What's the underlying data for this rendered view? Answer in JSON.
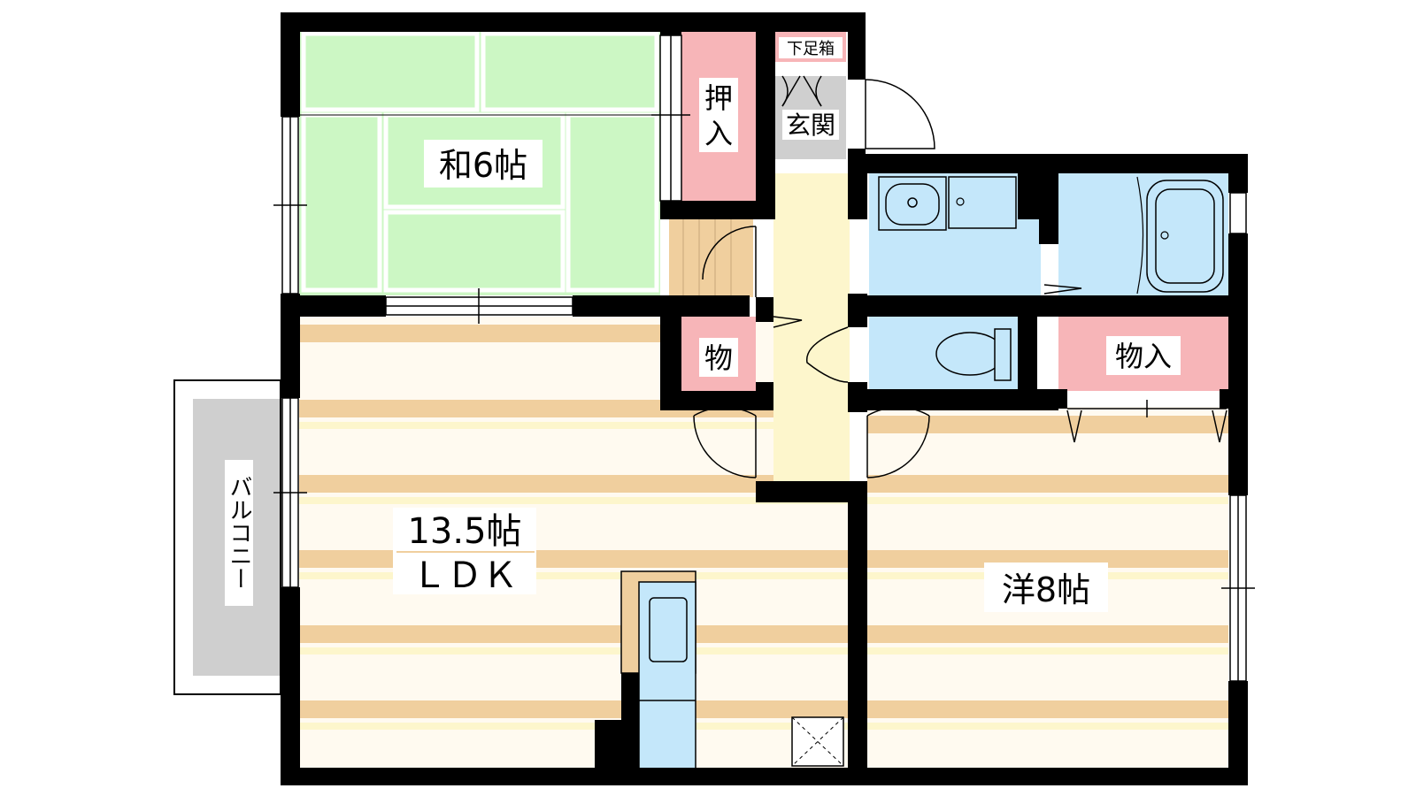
{
  "rooms": {
    "washitsu": {
      "label": "和6帖",
      "color": "#ccf7c4"
    },
    "oshiire": {
      "label_line1": "押",
      "label_line2": "入",
      "color": "#f7b5b8"
    },
    "shoe_box": {
      "label": "下足箱",
      "color": "#f7b5b8"
    },
    "genkan": {
      "label": "玄関",
      "color": "#cfcfcf"
    },
    "storage_small": {
      "label": "物",
      "color": "#f7b5b8"
    },
    "storage": {
      "label": "物入",
      "color": "#f7b5b8"
    },
    "ldk": {
      "label_line1": "13.5帖",
      "label_line2": "ＬＤＫ"
    },
    "youshitsu": {
      "label": "洋8帖"
    },
    "balcony": {
      "label": "バルコニー",
      "color": "#cfcfcf"
    }
  },
  "colors": {
    "wall": "#000000",
    "floor_stripe": "#f0cf9e",
    "floor_base": "#fff8e8",
    "hallway": "#fdf6cc",
    "wet_area": "#c4e7fa",
    "tatami": "#ccf7c4",
    "storage": "#f7b5b8"
  }
}
